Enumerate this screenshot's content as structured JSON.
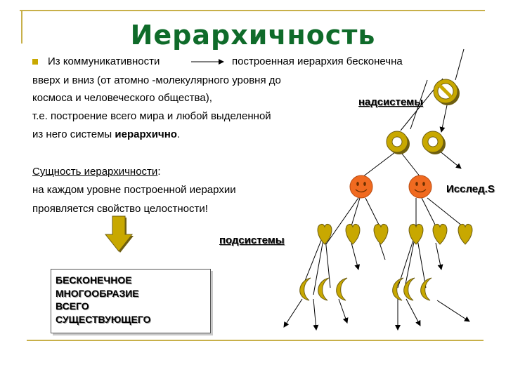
{
  "title": "Иерархичность",
  "paragraph": {
    "line1_start": "Из коммуникативности",
    "line1_end": "построенная иерархия бесконечна",
    "line2": "вверх и вниз (от атомно -молекулярного уровня до",
    "line3": "космоса и человеческого общества),",
    "line4": "т.е. построение всего мира и любой  выделенной",
    "line5_start": "из него системы ",
    "line5_bold": "иерархично",
    "line5_end": "."
  },
  "essence": {
    "heading": "Сущность иерархичности",
    "heading_suffix": ":",
    "line1": "на каждом уровне построенной иерархии",
    "line2": "проявляется свойство целостности!"
  },
  "box_lines": [
    "БЕСКОНЕЧНОЕ",
    "МНОГООБРАЗИЕ",
    "ВСЕГО",
    "СУЩЕСТВУЮЩЕГО"
  ],
  "labels": {
    "supersystems": "надсистемы",
    "subsystems": "подсистемы",
    "researcher": "Исслед.S"
  },
  "colors": {
    "title": "#0f6b2a",
    "gold": "#c8a800",
    "smiley": "#f06a20",
    "frame": "#c8b04a"
  },
  "icons": [
    "prohibition-sign-icon",
    "ring-icon",
    "smiley-face-icon",
    "heart-icon",
    "crescent-moon-icon",
    "down-arrow-icon"
  ]
}
